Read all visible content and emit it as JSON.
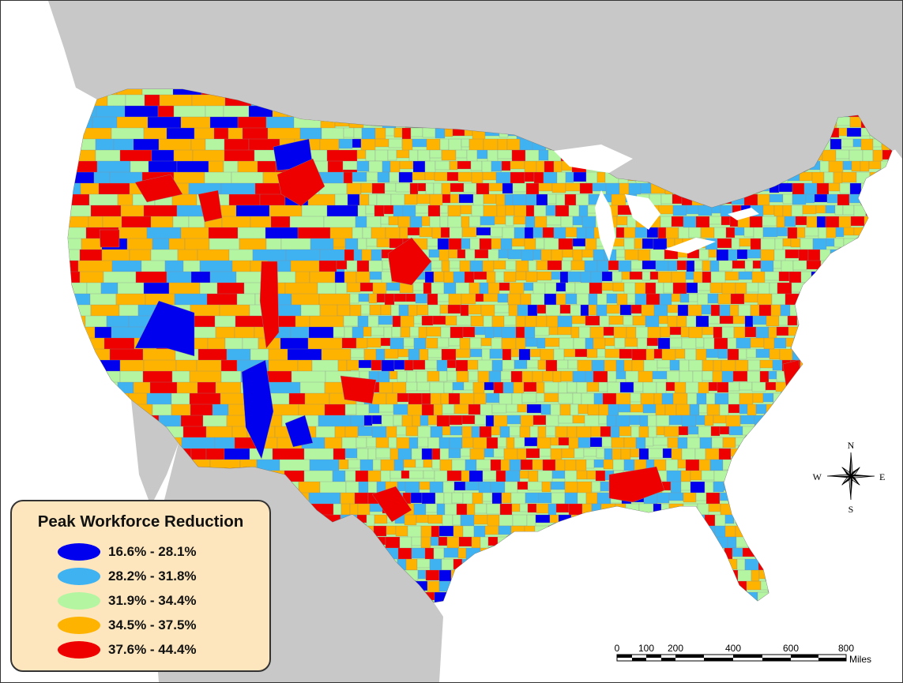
{
  "legend": {
    "title": "Peak Workforce Reduction",
    "classes": [
      {
        "label": "16.6% - 28.1%",
        "color": "#0000ee"
      },
      {
        "label": "28.2% - 31.8%",
        "color": "#3fb2f2"
      },
      {
        "label": "31.9% - 34.4%",
        "color": "#b4f5a2"
      },
      {
        "label": "34.5% - 37.5%",
        "color": "#fdb300"
      },
      {
        "label": "37.6% - 44.4%",
        "color": "#ee0000"
      }
    ]
  },
  "compass": {
    "n": "N",
    "e": "E",
    "s": "S",
    "w": "W"
  },
  "scale_bar": {
    "ticks": [
      "0",
      "100",
      "200",
      "400",
      "600",
      "800"
    ],
    "unit": "Miles"
  },
  "colors": {
    "land": "#c8c8c8",
    "water": "#ffffff"
  }
}
